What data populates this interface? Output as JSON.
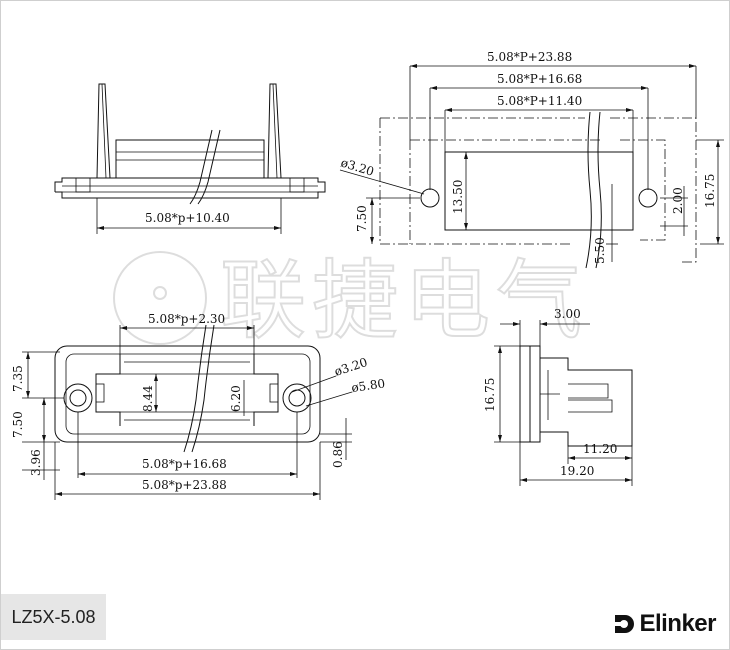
{
  "watermark": {
    "text": "联捷电气"
  },
  "model_label": "LZ5X-5.08",
  "brand": {
    "name": "Elinker",
    "icon": "elinker-logo-icon"
  },
  "dimensions": {
    "side_view_width": "5.08*p+10.40",
    "top_overall": "5.08*P+23.88",
    "top_hole_pitch": "5.08*P+16.68",
    "top_window": "5.08*P+11.40",
    "top_hole_dia": "ø3.20",
    "top_window_height": "13.50",
    "top_hole_offset": "7.50",
    "top_right_small": "2.00",
    "top_right_height": "16.75",
    "top_bottom_small": "5.50",
    "front_inner_width": "5.08*p+2.30",
    "front_hole_dia": "ø3.20",
    "front_boss_dia": "ø5.80",
    "front_left_top": "7.35",
    "front_left_mid": "7.50",
    "front_left_bottom": "3.96",
    "front_inner_h1": "8.44",
    "front_inner_h2": "6.20",
    "front_right_small": "0.86",
    "front_hole_pitch": "5.08*p+16.68",
    "front_overall": "5.08*p+23.88",
    "section_top": "3.00",
    "section_height": "16.75",
    "section_inner_len": "11.20",
    "section_total_len": "19.20"
  }
}
